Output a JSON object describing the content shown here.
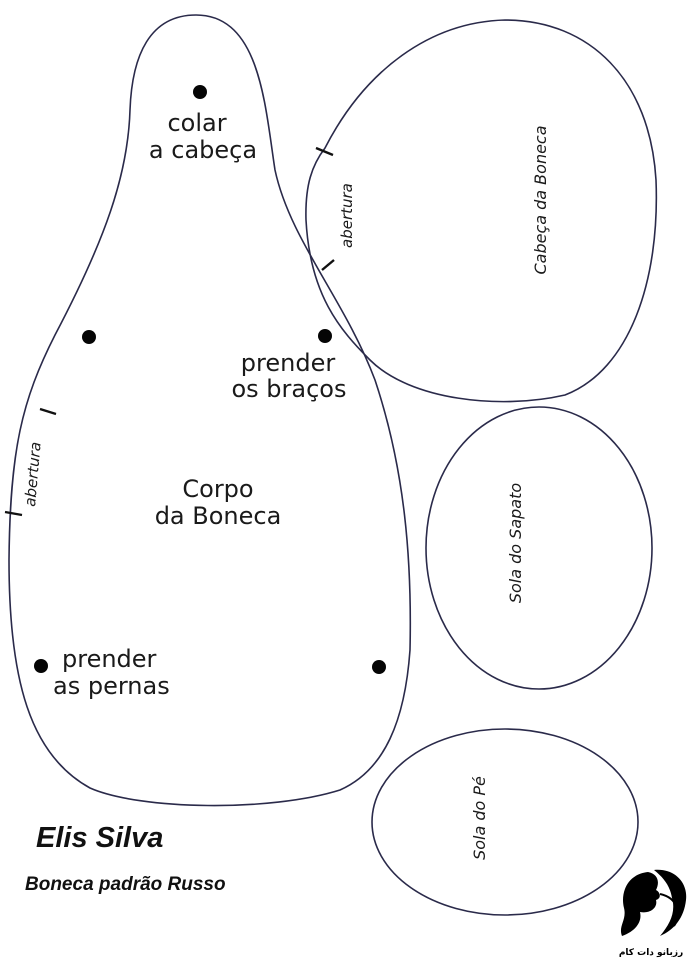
{
  "pieces": {
    "body": {
      "title": [
        "Corpo",
        "da Boneca"
      ],
      "head_note": [
        "colar",
        "a cabeça"
      ],
      "arms_note": [
        "prender",
        "os braços"
      ],
      "legs_note": [
        "prender",
        "as pernas"
      ],
      "opening": "abertura"
    },
    "head": {
      "title": "Cabeça da Boneca",
      "opening": "abertura"
    },
    "shoe_sole": {
      "title": "Sola do Sapato"
    },
    "foot_sole": {
      "title": "Sola do Pé"
    }
  },
  "credits": {
    "author": "Elis Silva",
    "subtitle": "Boneca padrão Russo"
  },
  "watermark": {
    "text": "رزبانو دات کام"
  },
  "colors": {
    "outline": "#2a2a4a",
    "ink": "#111111",
    "background": "#ffffff"
  }
}
